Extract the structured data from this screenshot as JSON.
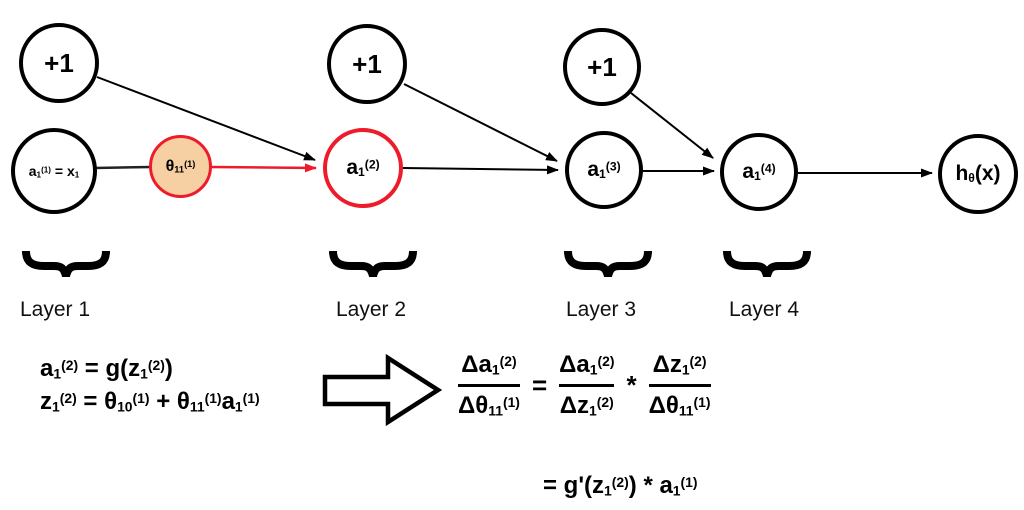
{
  "diagram": {
    "nodes": {
      "bias1": "+1",
      "bias2": "+1",
      "bias3": "+1",
      "input": "a_1_^(1)^ = x_1_",
      "theta": "θ_11_^(1)^",
      "a2": "a_1_^(2)^",
      "a3": "a_1_^(3)^",
      "a4": "a_1_^(4)^",
      "output": "h_θ_(x)"
    },
    "layer_labels": [
      "Layer 1",
      "Layer 2",
      "Layer 3",
      "Layer 4"
    ],
    "colors": {
      "highlight": "#EE1B2B",
      "theta_fill": "#F6CFA2",
      "stroke": "#000000"
    }
  },
  "formulas": {
    "activation": "a_1_^(2)^ = g(z_1_^(2)^)",
    "weighted_sum": "z_1_^(2)^ = θ_10_^(1)^ + θ_11_^(1)^a_1_^(1)^",
    "derivative": {
      "lhs_num": "Δa_1_^(2)^",
      "lhs_den": "Δθ_11_^(1)^",
      "equals": "=",
      "f1_num": "Δa_1_^(2)^",
      "f1_den": "Δz_1_^(2)^",
      "times": "*",
      "f2_num": "Δz_1_^(2)^",
      "f2_den": "Δθ_11_^(1)^",
      "result": "= g'(z_1_^(2)^) * a_1_^(1)^"
    }
  }
}
